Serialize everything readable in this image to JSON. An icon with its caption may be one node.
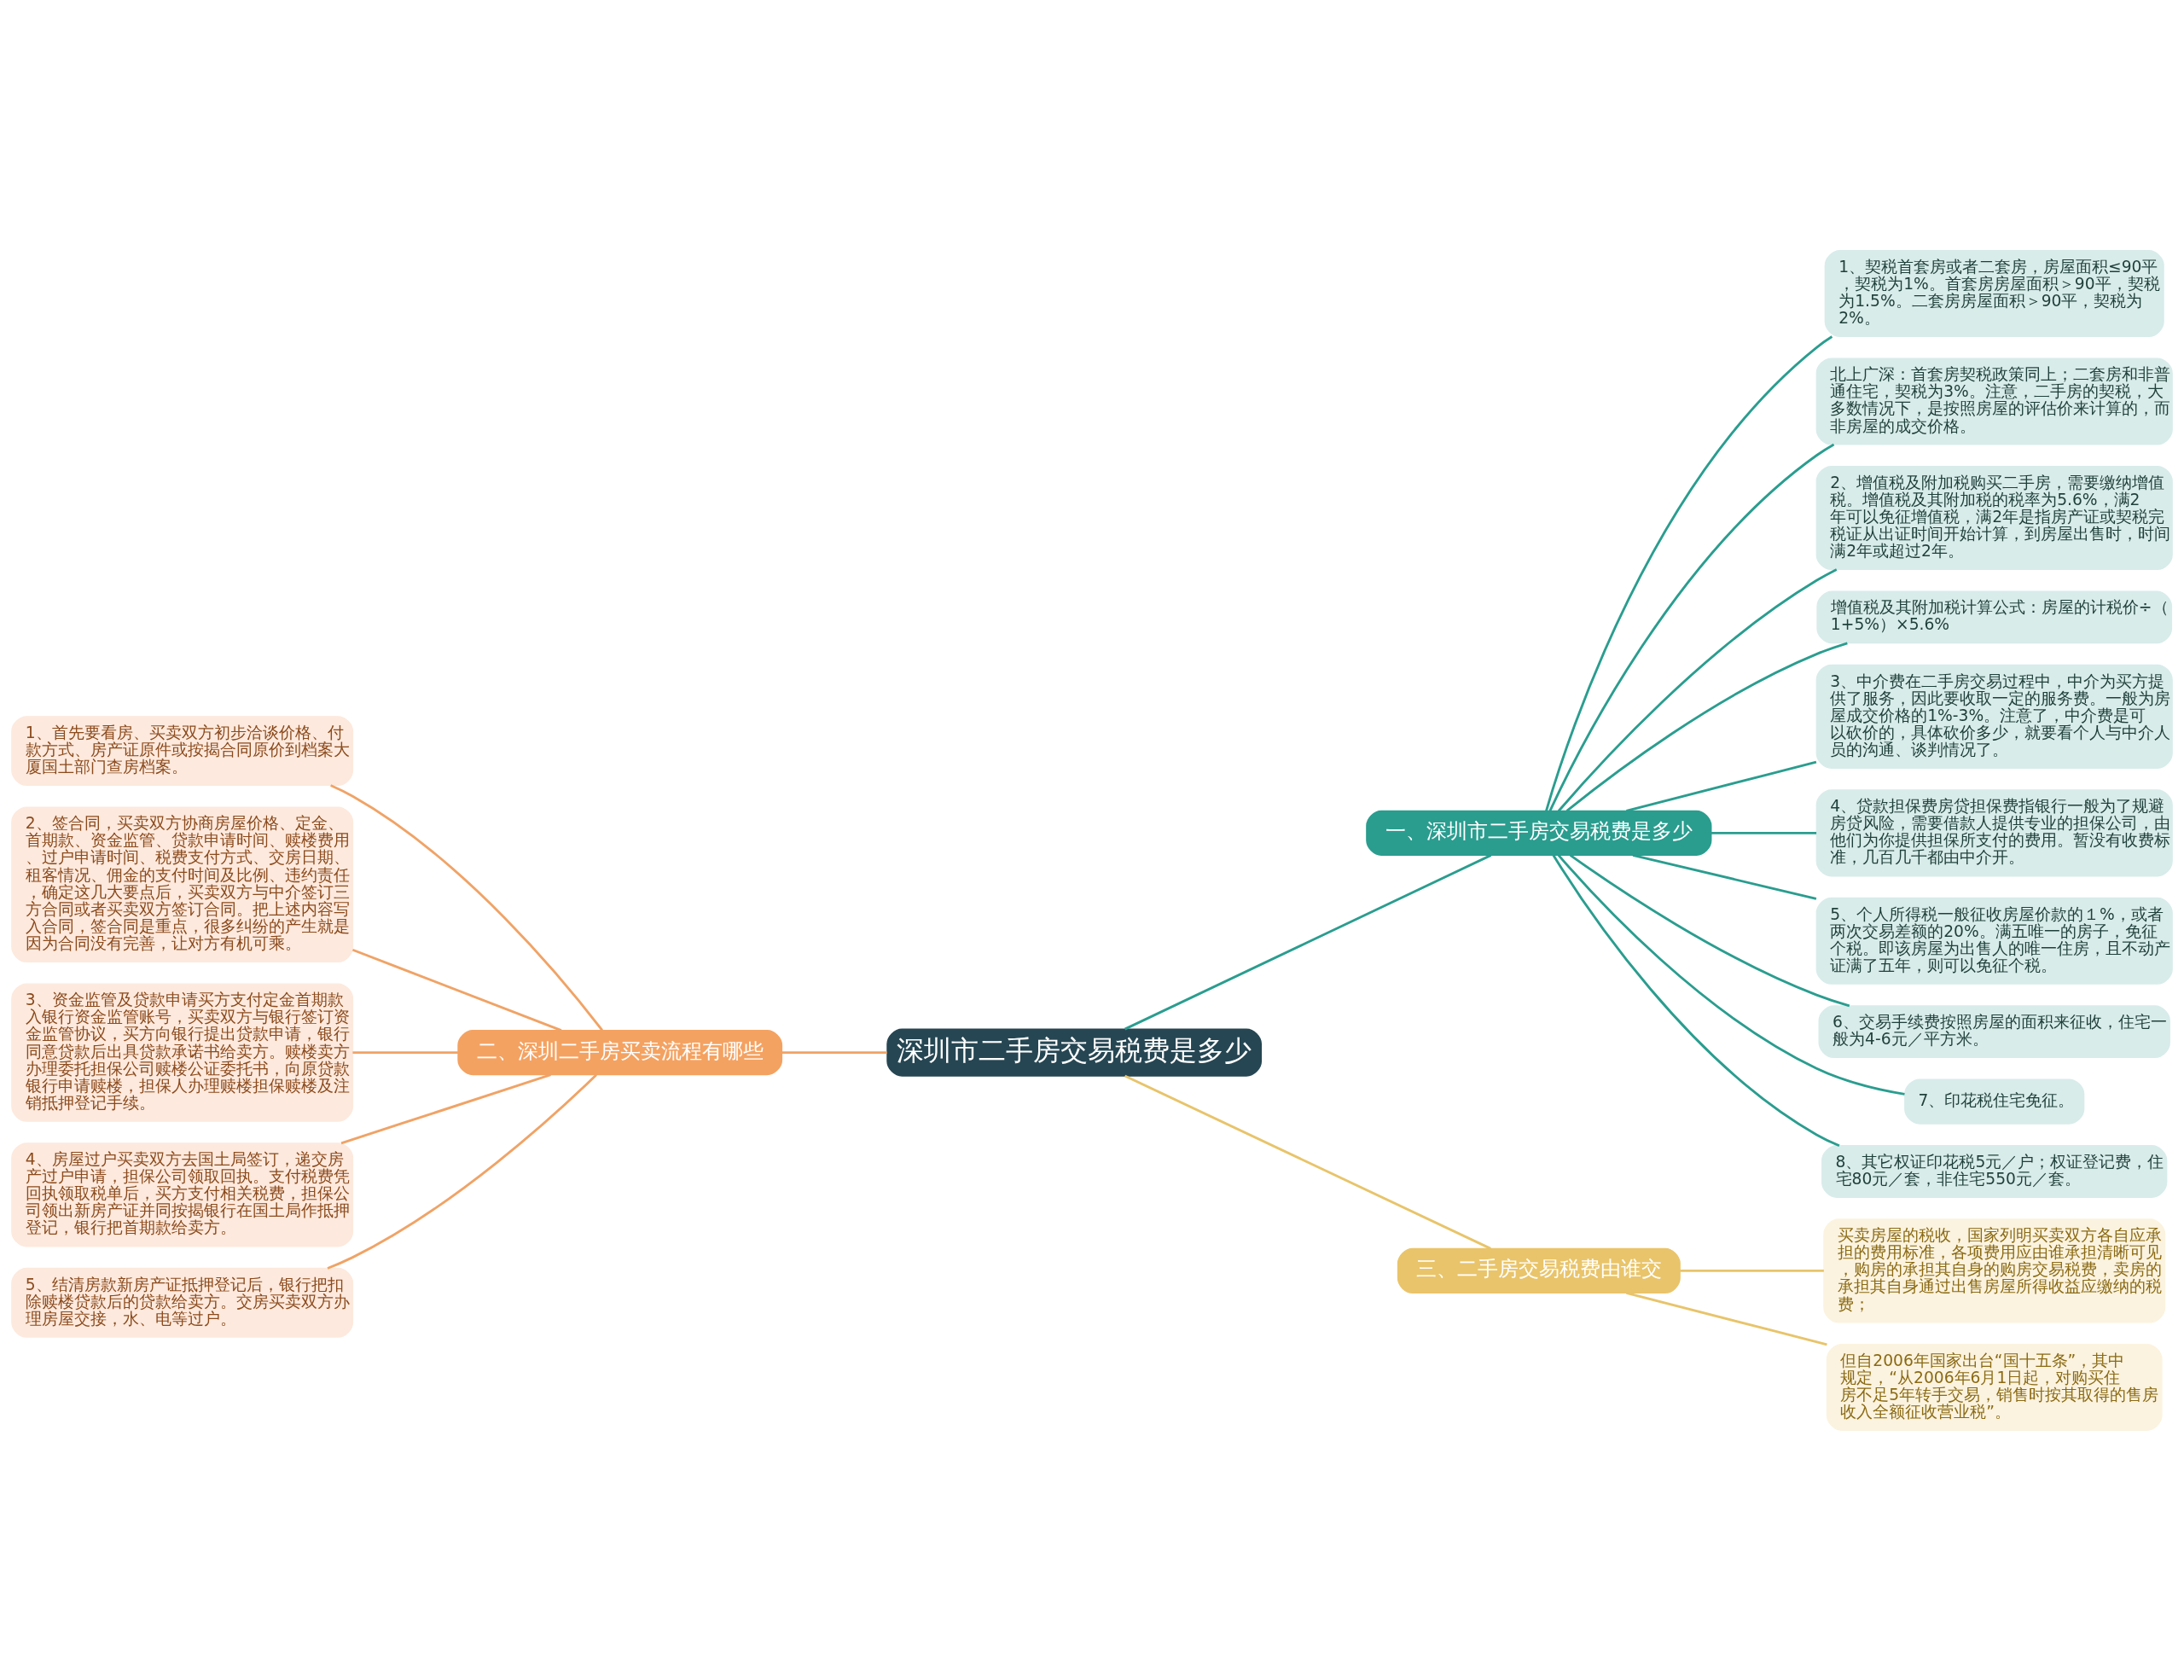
{
  "diagram": {
    "nodes": [
      {
        "text": [
          "深圳市二手房交易税费是多少"
        ]
      },
      {
        "text": [
          "一、深圳市二手房交易税费是多少"
        ]
      },
      {
        "text": [
          "1、契税首套房或者二套房，房屋面积≤90平，契税为1%。首套房房屋面积＞90平，契税为1.5%。二套房房屋面积＞90平，契税为2%。"
        ]
      },
      {
        "text": [
          "北上广深：首套房契税政策同上；二套房和非普通住宅，契税为3%。注意，二手房的契税，大多数情况下，是按照房屋的评估价来计算的，而非房屋的成交价格。"
        ]
      },
      {
        "text": [
          "2、增值税及附加税购买二手房，需要缴纳增值税。增值税及其附加税的税率为5.6%，满2年可以免征增值税，满2年是指房产证或契税完税证从出证时间开始计算，到房屋出售时，时间满2年或超过2年。"
        ]
      },
      {
        "text": [
          "增值税及其附加税计算公式：房屋的计税价÷（1+5%）×5.6%"
        ]
      },
      {
        "text": [
          "3、中介费在二手房交易过程中，中介为买方提供了服务，因此要收取一定的服务费。一般为房屋成交价格的1%-3%。注意了，中介费是可以砍价的，具体砍价多少，就要看个人与中介人员的沟通、谈判情况了。"
        ]
      },
      {
        "text": [
          "4、贷款担保费房贷担保费指银行一般为了规避房贷风险，需要借款人提供专业的担保公司，由他们为你提供担保所支付的费用。暂没有收费标准，几百几千都由中介开。"
        ]
      },
      {
        "text": [
          "5、个人所得税一般征收房屋价款的１%，或者两次交易差额的20%。满五唯一的房子，免征个税。即该房屋为出售人的唯一住房，且不动产证满了五年，则可以免征个税。"
        ]
      },
      {
        "text": [
          "6、交易手续费按照房屋的面积来征收，住宅一般为4-6元／平方米。"
        ]
      },
      {
        "text": [
          "7、印花税住宅免征。"
        ]
      },
      {
        "text": [
          "8、其它权证印花税5元／户；权证登记费，住宅80元／套，非住宅550元／套。"
        ]
      },
      {
        "text": [
          "二、深圳二手房买卖流程有哪些"
        ]
      },
      {
        "text": [
          "1、首先要看房、买卖双方初步洽谈价格、付款方式、房产证原件或按揭合同原价到档案大厦国土部门查房档案。"
        ]
      },
      {
        "text": [
          "2、签合同，买卖双方协商房屋价格、定金、首期款、资金监管、贷款申请时间、赎楼费用、过户申请时间、税费支付方式、交房日期、租客情况、佣金的支付时间及比例、违约责任，确定这几大要点后，买卖双方与中介签订三方合同或者买卖双方签订合同。把上述内容写入合同，签合同是重点，很多纠纷的产生就是因为合同没有完善，让对方有机可乘。"
        ]
      },
      {
        "text": [
          "3、资金监管及贷款申请买方支付定金首期款入银行资金监管账号，买卖双方与银行签订资金监管协议，买方向银行提出贷款申请，银行同意贷款后出具贷款承诺书给卖方。赎楼卖方办理委托担保公司赎楼公证委托书，向原贷款银行申请赎楼，担保人办理赎楼担保赎楼及注销抵押登记手续。"
        ]
      },
      {
        "text": [
          "4、房屋过户买卖双方去国土局签订，递交房产过户申请，担保公司领取回执。支付税费凭回执领取税单后，买方支付相关税费，担保公司领出新房产证并同按揭银行在国土局作抵押登记，银行把首期款给卖方。"
        ]
      },
      {
        "text": [
          "5、结清房款新房产证抵押登记后，银行把扣除赎楼贷款后的贷款给卖方。交房买卖双方办理房屋交接，水、电等过户。"
        ]
      },
      {
        "text": [
          "三、二手房交易税费由谁交"
        ]
      },
      {
        "text": [
          "买卖房屋的税收，国家列明买卖双方各自应承担的费用标准，各项费用应由谁承担清晰可见，购房的承担其自身的购房交易税费，卖房的承担其自身通过出售房屋所得收益应缴纳的税费；"
        ]
      },
      {
        "text": [
          "但自2006年国家出台“国十五条”，其中规定，“从2006年6月1日起，对购买住房不足5年转手交易，销售时按其取得的售房收入全额征收营业税”。"
        ]
      }
    ],
    "edges": [
      {
        "from": 0,
        "to": 1,
        "arrow": "none"
      },
      {
        "from": 1,
        "to": 2,
        "arrow": "none"
      },
      {
        "from": 1,
        "to": 3,
        "arrow": "none"
      },
      {
        "from": 1,
        "to": 4,
        "arrow": "none"
      },
      {
        "from": 1,
        "to": 5,
        "arrow": "none"
      },
      {
        "from": 1,
        "to": 6,
        "arrow": "none"
      },
      {
        "from": 1,
        "to": 7,
        "arrow": "none"
      },
      {
        "from": 1,
        "to": 8,
        "arrow": "none"
      },
      {
        "from": 1,
        "to": 9,
        "arrow": "none"
      },
      {
        "from": 1,
        "to": 10,
        "arrow": "none"
      },
      {
        "from": 1,
        "to": 11,
        "arrow": "none"
      },
      {
        "from": 0,
        "to": 12,
        "arrow": "none",
        "color": "#f0a366"
      },
      {
        "from": 12,
        "to": 13,
        "arrow": "none",
        "color": "#f0a366"
      },
      {
        "from": 12,
        "to": 14,
        "arrow": "none",
        "color": "#f0a366"
      },
      {
        "from": 12,
        "to": 15,
        "arrow": "none",
        "color": "#f0a366"
      },
      {
        "from": 12,
        "to": 16,
        "arrow": "none",
        "color": "#f0a366"
      },
      {
        "from": 12,
        "to": 17,
        "arrow": "none",
        "color": "#f0a366"
      },
      {
        "from": 0,
        "to": 18,
        "arrow": "none",
        "color": "#e8c46a"
      },
      {
        "from": 18,
        "to": 19,
        "arrow": "none",
        "color": "#e8c46a"
      },
      {
        "from": 18,
        "to": 20,
        "arrow": "none",
        "color": "#e8c46a"
      }
    ]
  }
}
